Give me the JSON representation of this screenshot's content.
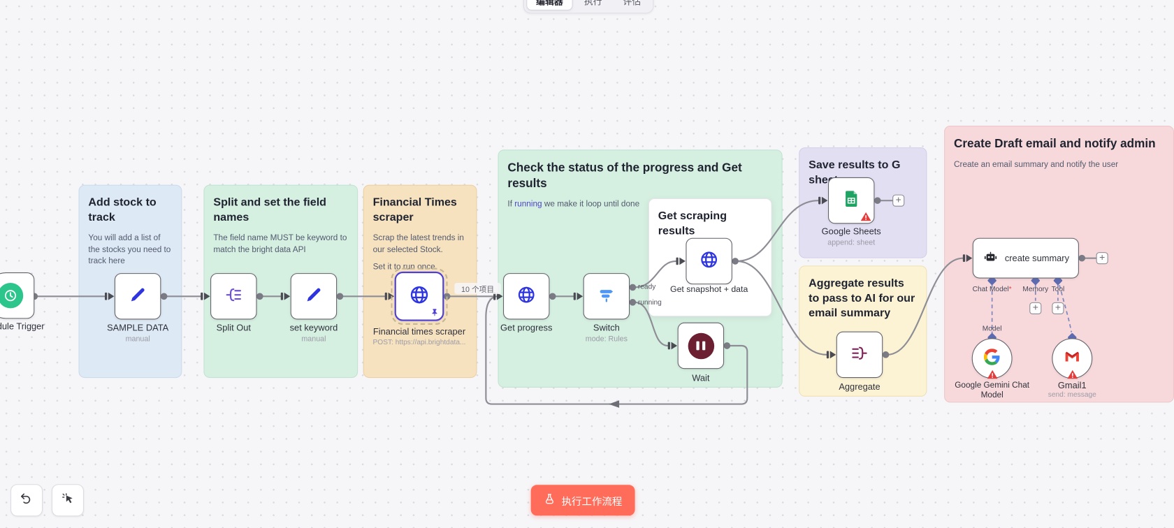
{
  "tabs": {
    "editor": "编辑器",
    "executions": "执行",
    "evaluations": "评估"
  },
  "trigger": {
    "name": "Schedule Trigger"
  },
  "notes": {
    "add_stock": {
      "title": "Add stock to track",
      "body": "You will add a list of the stocks you need to track here"
    },
    "split_set": {
      "title": "Split and set the field names",
      "body": "The field name MUST be keyword to match the bright data API"
    },
    "ft": {
      "title": "Financial Times scraper",
      "body1": "Scrap the latest trends in our selected Stock.",
      "body2": "Set it to run once"
    },
    "check": {
      "title": "Check the status of the progress and Get results",
      "body_prefix": "If ",
      "body_code": "running",
      "body_suffix": " we make it loop until done"
    },
    "results": {
      "title": "Get scraping results"
    },
    "sheets": {
      "title": "Save results to G sheets"
    },
    "aggregate": {
      "title": "Aggregate results to pass to AI for our email summary"
    },
    "email": {
      "title": "Create Draft email and notify admin",
      "body": "Create an email summary and notify the user"
    }
  },
  "nodes": {
    "sample_data": {
      "name": "SAMPLE DATA",
      "subtitle": "manual"
    },
    "split_out": {
      "name": "Split Out"
    },
    "set_keyword": {
      "name": "set keyword",
      "subtitle": "manual"
    },
    "ft_scraper": {
      "name": "Financial times scraper",
      "subtitle": "POST: https://api.brightdata..."
    },
    "get_progress": {
      "name": "Get progress"
    },
    "switch": {
      "name": "Switch",
      "subtitle": "mode: Rules",
      "output_ready": "ready",
      "output_running": "running"
    },
    "wait": {
      "name": "Wait"
    },
    "get_snapshot": {
      "name": "Get snapshot + data"
    },
    "google_sheets": {
      "name": "Google Sheets",
      "subtitle": "append: sheet"
    },
    "aggregate": {
      "name": "Aggregate"
    },
    "create_summary": {
      "name": "create summary",
      "chat_model_label": "Chat Model",
      "required_mark": "*",
      "memory_label": "Memory",
      "tool_label": "Tool",
      "model_label": "Model"
    },
    "gemini": {
      "name": "Google Gemini Chat Model"
    },
    "gmail": {
      "name": "Gmail1",
      "subtitle": "send: message"
    }
  },
  "labels": {
    "items_count": "10 个项目",
    "plus": "+"
  },
  "footer": {
    "execute": "执行工作流程"
  },
  "colors": {
    "accent": "#ff6d5a",
    "note_blue": "#dde9f4",
    "note_green": "#d5efe1",
    "note_orange": "#f7e2c0",
    "note_purple": "#e3dff3",
    "note_yellow": "#fcf3d4",
    "note_pink": "#f8d9db",
    "wire": "#8d8d95",
    "pinned_border": "#4d3fd6"
  }
}
